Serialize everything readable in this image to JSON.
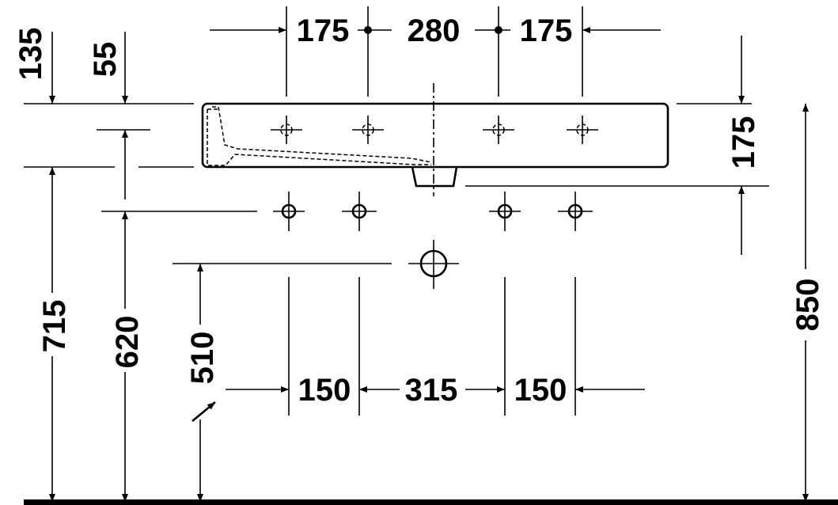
{
  "drawing": {
    "top_dimensions": [
      "175",
      "280",
      "175"
    ],
    "bottom_dimensions": [
      "150",
      "315",
      "150"
    ],
    "left_dimensions": {
      "top_offset": "135",
      "inner_offset": "55",
      "basin_bottom_height": "715",
      "tap_holes_height": "620",
      "drain_height": "510"
    },
    "right_dimensions": {
      "basin_depth": "175",
      "total_height": "850"
    },
    "line_color": "#000000",
    "background": "#ffffff"
  }
}
